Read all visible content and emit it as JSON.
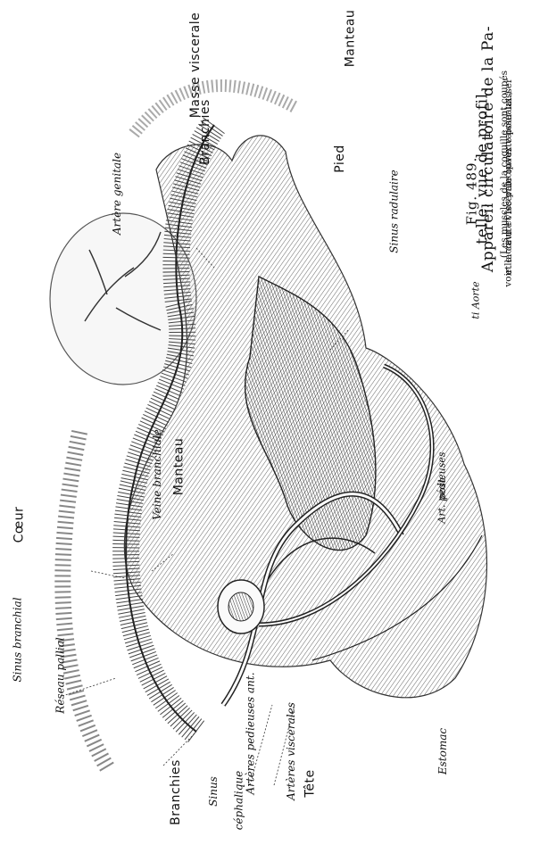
{
  "labels": {
    "manteau_top": "Manteau",
    "pied": "Pied",
    "branchies_top": "Branchies",
    "masse_viscerale": "Masse viscerale",
    "artere_genitale": "Artère genitale",
    "sinus_radulaire": "Sinus radulaire",
    "manteau_mid": "Manteau",
    "veine_branchiale": "Veine branchiale",
    "coeur": "Cœur",
    "sinus_branchial": "Sinus branchial",
    "reseau_pallial": "Réseau pallial",
    "branchies_bottom": "Branchies",
    "sinus_cephalique_1": "Sinus",
    "sinus_cephalique_2": "céphalique",
    "tete": "Tête",
    "arteres_pedieuses_ant": "Artères pedieuses ant.",
    "arteres_viscerales": "Artères viscerales",
    "estomac": "Estomac",
    "art_pedieuses_post_1": "Art. pédieuses",
    "art_pedieuses_post_2": "post.",
    "aorte": "ti Aorte"
  },
  "caption": {
    "fig": "Fig. 489.",
    "line1": "Appareil circulatoire de la Pa-",
    "line2": "telle, vue de profil.",
    "note1": "(Les muscles de la coquille sont coupés",
    "note2": "et la cavité viscérale ouverte pour laisser",
    "note3": "voir le cœur et les principaux vaisseaux.)"
  }
}
